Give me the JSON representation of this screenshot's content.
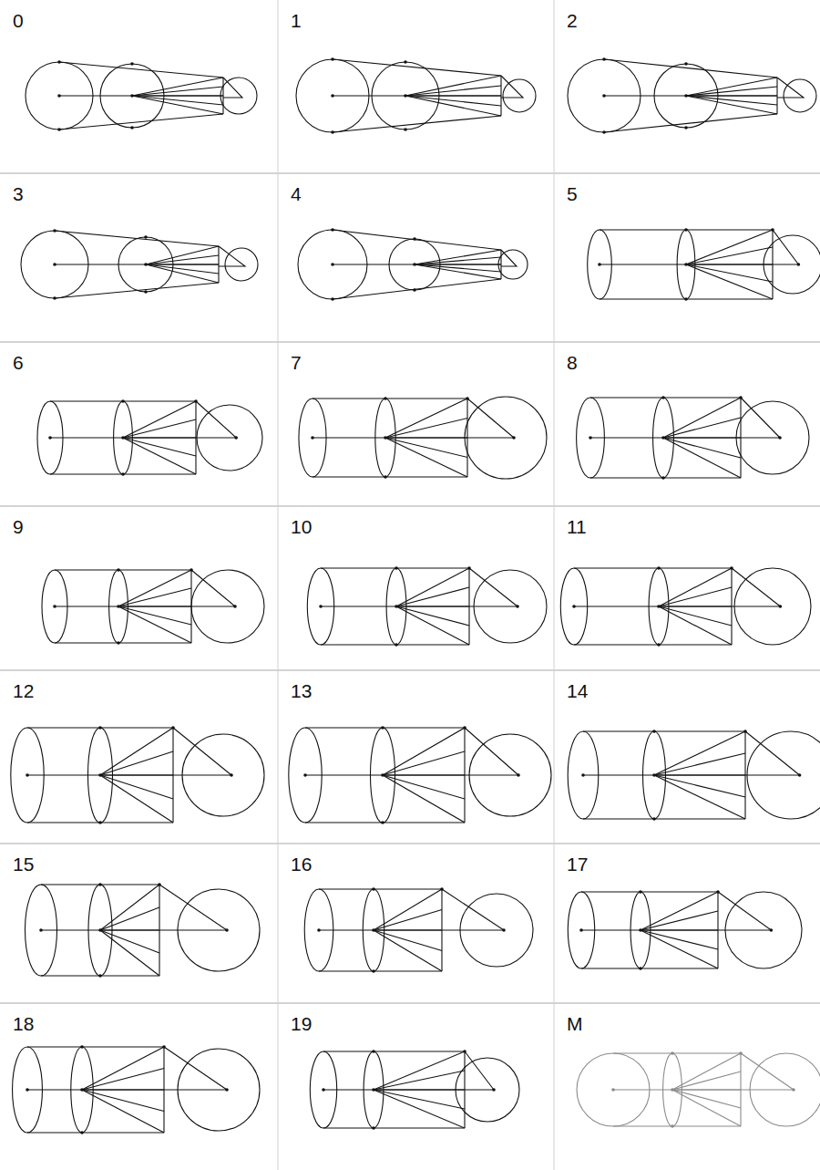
{
  "diagram": {
    "labels": [
      "0",
      "1",
      "2",
      "3",
      "4",
      "5",
      "6",
      "7",
      "8",
      "9",
      "10",
      "11",
      "12",
      "13",
      "14",
      "15",
      "16",
      "17",
      "18",
      "19",
      "M"
    ]
  }
}
